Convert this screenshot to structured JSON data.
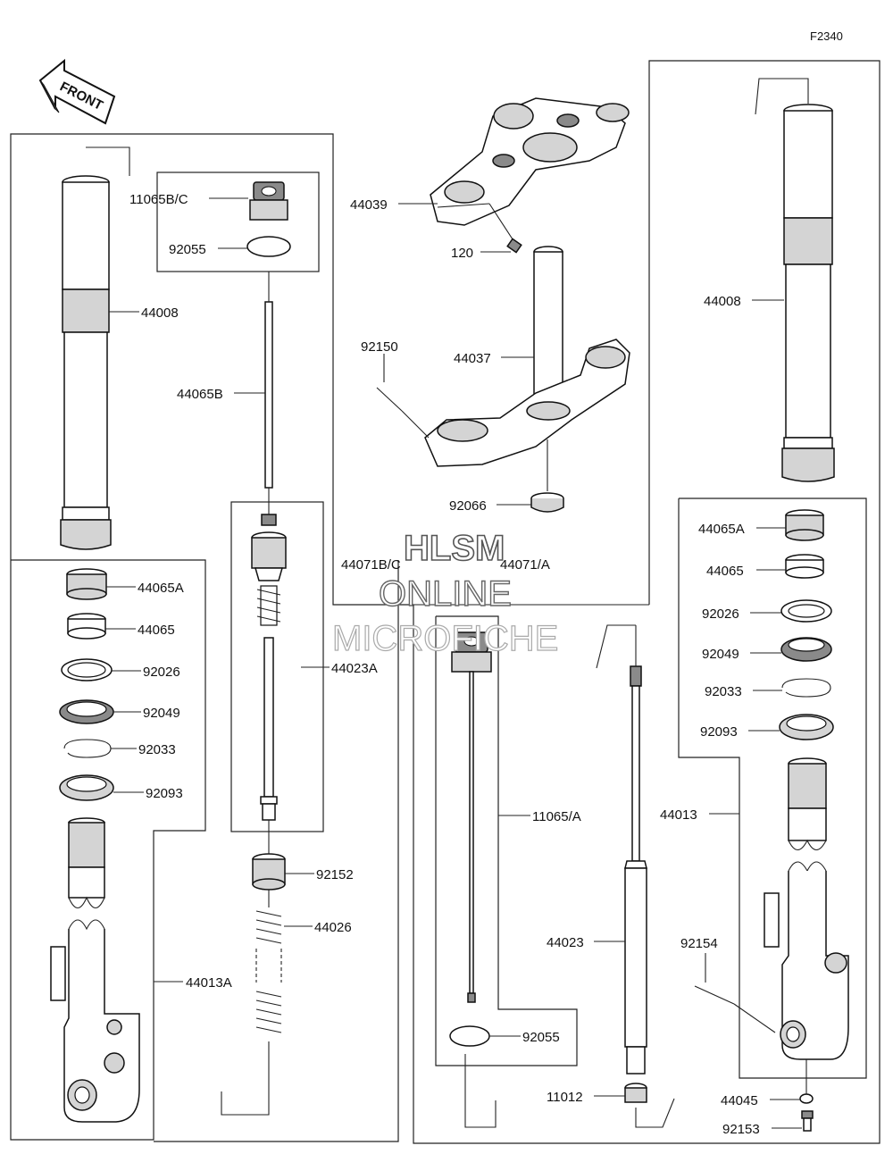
{
  "diagram": {
    "code": "F2340",
    "front_label": "FRONT",
    "watermark": {
      "line1": "HLSM",
      "line2": "ONLINE",
      "line3": "MICROFICHE"
    },
    "labels": {
      "l_11065bc": "11065B/C",
      "l_92055a": "92055",
      "l_44008a": "44008",
      "l_44065b": "44065B",
      "l_44065a_l": "44065A",
      "l_44065_l": "44065",
      "l_92026_l": "92026",
      "l_92049_l": "92049",
      "l_92033_l": "92033",
      "l_92093_l": "92093",
      "l_44013a": "44013A",
      "l_44023a": "44023A",
      "l_92152": "92152",
      "l_44026": "44026",
      "l_44071bc": "44071B/C",
      "l_44071a": "44071/A",
      "l_44039": "44039",
      "l_120": "120",
      "l_92150": "92150",
      "l_44037": "44037",
      "l_92066": "92066",
      "l_11065a": "11065/A",
      "l_92055b": "92055",
      "l_44023": "44023",
      "l_11012": "11012",
      "l_44008b": "44008",
      "l_44065a_r": "44065A",
      "l_44065_r": "44065",
      "l_92026_r": "92026",
      "l_92049_r": "92049",
      "l_92033_r": "92033",
      "l_92093_r": "92093",
      "l_44013": "44013",
      "l_92154": "92154",
      "l_44045": "44045",
      "l_92153": "92153"
    }
  }
}
